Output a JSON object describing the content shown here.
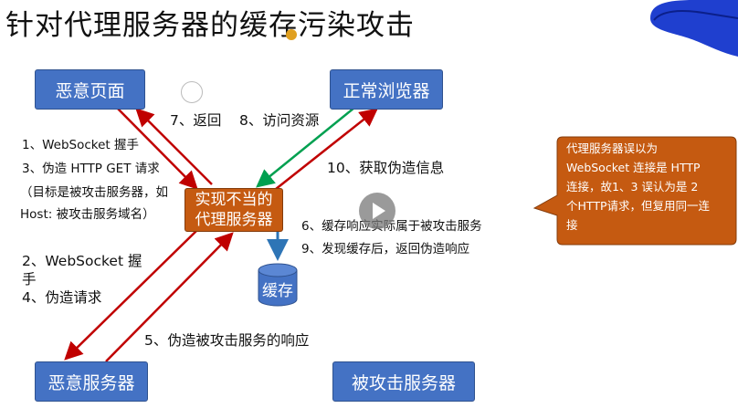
{
  "title": "针对代理服务器的缓存污染攻击",
  "nodes": {
    "malicious_page": "恶意页面",
    "normal_browser": "正常浏览器",
    "proxy_line1": "实现不当的",
    "proxy_line2": "代理服务器",
    "cache": "缓存",
    "malicious_server": "恶意服务器",
    "attacked_server": "被攻击服务器"
  },
  "labels": {
    "step1": "1、WebSocket 握手",
    "step3": "3、伪造 HTTP GET 请求",
    "step3_note1": "（目标是被攻击服务器，如",
    "step3_note2": "Host: 被攻击服务域名）",
    "step7": "7、返回",
    "step8": "8、访问资源",
    "step10": "10、获取伪造信息",
    "step2_line1": "2、WebSocket 握",
    "step2_line2": "手",
    "step4": "4、伪造请求",
    "step5": "5、伪造被攻击服务的响应",
    "step6": "6、缓存响应实际属于被攻击服务",
    "step9": "9、发现缓存后，返回伪造响应"
  },
  "callout": {
    "line1": "代理服务器误以为",
    "line2": "WebSocket 连接是 HTTP",
    "line3": "连接，故1、3 误认为是 2",
    "line4": "个HTTP请求，但复用同一连",
    "line5": "接"
  },
  "colors": {
    "node_blue": "#4472c4",
    "proxy_orange": "#c55a11",
    "arrow_red": "#c00000",
    "arrow_green": "#00a050",
    "arrow_blue": "#2e75b6",
    "decoration_blue": "#1f3fcf"
  }
}
